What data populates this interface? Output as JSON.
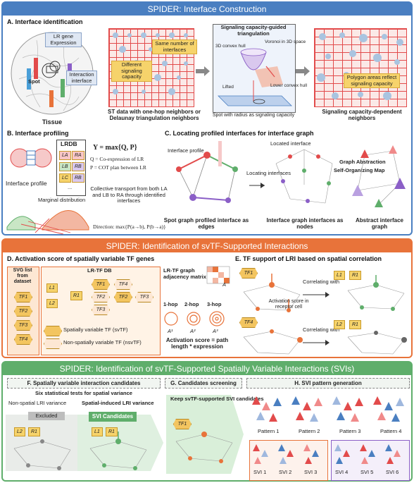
{
  "colors": {
    "blue": "#4a7fc1",
    "orange": "#e8733a",
    "green": "#5fae6b",
    "yellow": "#f6d36b",
    "red": "#e24b4b"
  },
  "panel1": {
    "title": "SPIDER: Interface Construction",
    "secA": "A. Interface identification",
    "lr_gene": "LR gene Expression",
    "spot": "Spot",
    "interaction_interface": "Interaction interface",
    "tissue": "Tissue",
    "same_number": "Same number of interfaces",
    "different_capacity": "Different signaling capacity",
    "st_data": "ST data with one-hop neighbors or Delaunay triangulation neighbors",
    "sig_tri": "Signaling capacity-guided triangulation",
    "convex3d": "3D convex hull",
    "voronoi": "Voronoi in 3D space",
    "lifted": "Lifted",
    "lower_hull": "Lower convex hull",
    "spot_radius": "Spot with radius as signaling capacity",
    "polygon_areas": "Polygon areas reflect signaling capacity",
    "sig_dep": "Signaling capacity-dependent neighbors",
    "secB": "B. Interface profiling",
    "lrdb": "LRDB",
    "lr_pairs": [
      "LA",
      "RA",
      "LB",
      "RB",
      "LC",
      "RB"
    ],
    "ellipsis": "...",
    "formula_y": "Y = max{Q, P}",
    "formula_q": "Q = Co-expression of LR",
    "formula_p": "P = COT plan between LR",
    "interface_profile": "Interface profile",
    "marginal": "Marginal distribution",
    "collective": "Collective transport from both LA and LB to RA through identified interfaces",
    "direction": "Direction: max{P(a→b), P(b→a)}",
    "secC": "C. Locating profiled interfaces for interface graph",
    "c_interface_profile": "Interface profile",
    "located_interface": "Located interface",
    "locating_interfaces": "Locating interfaces",
    "graph_abstraction": "Graph Abstraction",
    "som": "Self-Organizing Map",
    "spot_graph": "Spot graph profiled interface as edges",
    "interface_graph": "Interface graph interfaces as nodes",
    "abstract_graph": "Abstract interface graph"
  },
  "panel2": {
    "title": "SPIDER: Identification of svTF-Supported Interactions",
    "secD": "D. Activation score of spatially variable TF genes",
    "svg_list": "SVG list from dataset",
    "tf_list": [
      "TF1",
      "TF2",
      "TF3",
      "TF4"
    ],
    "lrtf_db": "LR-TF DB",
    "sv_tf": "Spatially variable TF (svTF)",
    "nsv_tf": "Non-spatially variable TF (nsvTF)",
    "adj": "LR-TF graph adjacency matrix",
    "adj_a": "A",
    "hop1": "1-hop",
    "hop2": "2-hop",
    "hop3": "3-hop",
    "a1": "A¹",
    "a2": "A²",
    "a3": "A³",
    "act_score": "Activation score = path length * expression",
    "secE": "E. TF support of LRI based on spatial correlation",
    "act_receptor": "Activation score in receptor cell",
    "correlating1": "Correlating with",
    "correlating2": "Correlating with",
    "e_tf1": "TF1",
    "e_tf2": "TF4",
    "l1r1": [
      "L1",
      "R1"
    ],
    "l2r1": [
      "L2",
      "R1"
    ]
  },
  "panel3": {
    "title": "SPIDER: Identification of svTF-Supported Spatially Variable Interactions (SVIs)",
    "secF": "F. Spatially variable interaction candidates",
    "secG": "G. Candidates screening",
    "secH": "H. SVI pattern generation",
    "six_tests": "Six statistical tests for spatial variance",
    "nonspatial": "Non-spatial LRI variance",
    "spatial_induced": "Spatial-induced LRI variance",
    "excluded": "Excluded",
    "svi_candidates": "SVI Candidates",
    "keep": "Keep svTF-supported SVI candidates",
    "f_l2r1": [
      "L2",
      "R1"
    ],
    "f_l1r1": [
      "L1",
      "R1"
    ],
    "g_tf": "TF1",
    "patterns": [
      "Pattern 1",
      "Pattern 2",
      "Pattern 3",
      "Pattern 4"
    ],
    "svis": [
      "SVI 1",
      "SVI 2",
      "SVI 3",
      "SVI 4",
      "SVI 5",
      "SVI 6"
    ]
  }
}
